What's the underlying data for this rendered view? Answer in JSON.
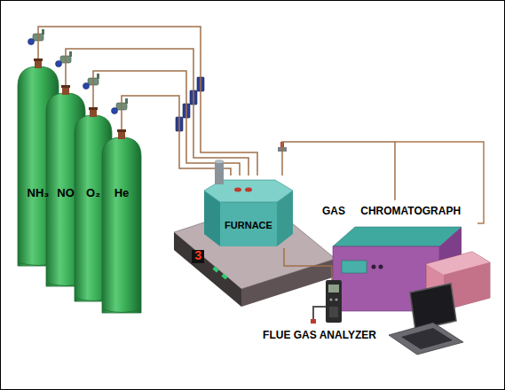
{
  "diagram": {
    "nodes": [
      {
        "text": [
          "NH₃"
        ]
      },
      {
        "text": [
          "NO"
        ]
      },
      {
        "text": [
          "O₂"
        ]
      },
      {
        "text": [
          "He"
        ]
      },
      {
        "text": [
          "FURNACE"
        ]
      },
      {
        "text": [
          "GAS CHROMATOGRAPH"
        ]
      },
      {
        "text": [
          "FLUE GAS ANALYZER"
        ]
      }
    ],
    "edges": [
      {
        "from": 0,
        "to": 4,
        "arrow": "none"
      },
      {
        "from": 1,
        "to": 4,
        "arrow": "none"
      },
      {
        "from": 2,
        "to": 4,
        "arrow": "none"
      },
      {
        "from": 3,
        "to": 4,
        "arrow": "none"
      },
      {
        "from": 4,
        "to": 5,
        "arrow": "none"
      },
      {
        "from": 4,
        "to": 6,
        "arrow": "none"
      }
    ],
    "labels": [
      "3"
    ]
  }
}
